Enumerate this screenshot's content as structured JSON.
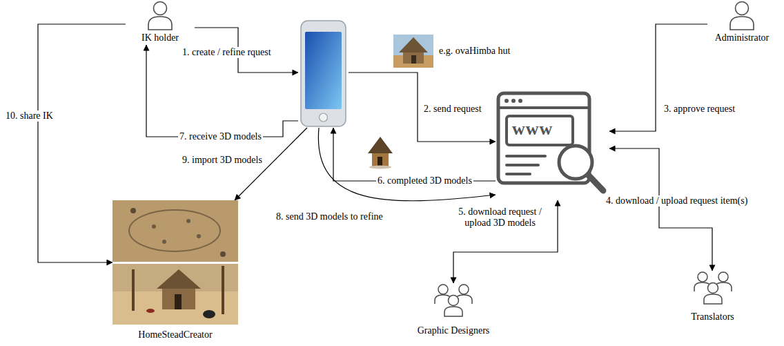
{
  "diagram": {
    "nodes": [
      {
        "text": [
          "IK holder"
        ]
      },
      {
        "text": []
      },
      {
        "text": [
          "www"
        ]
      },
      {
        "text": [
          "Administrator"
        ]
      },
      {
        "text": [
          "Translators"
        ]
      },
      {
        "text": [
          "Graphic Designers"
        ]
      },
      {
        "text": [
          "HomeSteadCreator"
        ]
      }
    ],
    "edges": [
      {
        "from": 0,
        "to": 1,
        "label": "1. create / refine rquest",
        "arrow": "to"
      },
      {
        "from": 1,
        "to": 2,
        "label": "2. send request",
        "arrow": "to"
      },
      {
        "from": 3,
        "to": 2,
        "label": "3. approve request",
        "arrow": "to"
      },
      {
        "from": 2,
        "to": 4,
        "label": "4. download / upload request item(s)",
        "arrow": "both"
      },
      {
        "from": 2,
        "to": 5,
        "label": "5. download request / upload 3D models",
        "arrow": "both"
      },
      {
        "from": 2,
        "to": 1,
        "label": "6. completed 3D models",
        "arrow": "to"
      },
      {
        "from": 1,
        "to": 0,
        "label": "7. receive 3D models",
        "arrow": "to"
      },
      {
        "from": 1,
        "to": 2,
        "label": "8. send 3D models to refine",
        "arrow": "to"
      },
      {
        "from": 1,
        "to": 6,
        "label": "9. import 3D models",
        "arrow": "to"
      },
      {
        "from": 0,
        "to": 6,
        "label": "10. share IK",
        "arrow": "to"
      }
    ],
    "labels": [
      "e.g. ovaHimba hut"
    ]
  }
}
